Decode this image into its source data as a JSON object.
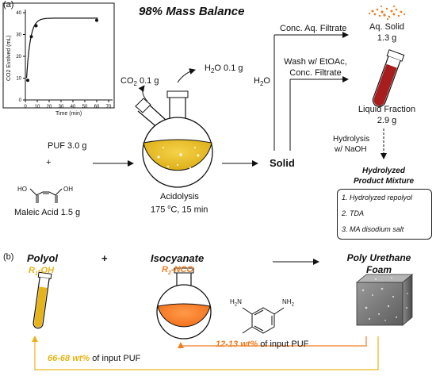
{
  "panel_a": {
    "label": "(a)",
    "title": "98% Mass Balance",
    "inset_chart": {
      "y_axis_label": "CO2 Evolved (mL)",
      "x_axis_label": "Time (min)"
    },
    "co2_label": "CO",
    "co2_sub": "2",
    "co2_amount": " 0.1 g",
    "h2o_top_label": "H",
    "h2o_top_sub": "2",
    "h2o_top_rest": "O 0.1 g",
    "puf_label": "PUF 3.0 g",
    "plus": "+",
    "maleic_label": "Maleic Acid 1.5 g",
    "maleic_ho": "HO",
    "maleic_oh": "OH",
    "acidolysis": "Acidolysis",
    "acidolysis_temp": "175 ",
    "acidolysis_degree": "o",
    "acidolysis_temp_rest": "C, 15 min",
    "h2o_mid_label": "H",
    "h2o_mid_sub": "2",
    "h2o_mid_rest": "O",
    "solid": "Solid",
    "conc_aq_filtrate": "Conc. Aq. Filtrate",
    "wash_line1": "Wash w/ EtOAc,",
    "wash_line2": "Conc. Filtrate",
    "aq_solid": "Aq. Solid",
    "aq_solid_mass": "1.3 g",
    "liquid_fraction": "Liquid Fraction",
    "liquid_fraction_mass": "2.9 g",
    "hydrolysis_line1": "Hydrolysis",
    "hydrolysis_line2": "w/ NaOH",
    "hydrolyzed_line1": "Hydrolyzed",
    "hydrolyzed_line2": "Product Mixture",
    "product_list": [
      "1. Hydrolyzed repolyol",
      "2. TDA",
      "3. MA disodium salt"
    ]
  },
  "panel_b": {
    "label": "(b)",
    "polyol": "Polyol",
    "polyol_formula_pre": "R",
    "polyol_formula_sub": "1",
    "polyol_formula_post": "-OH",
    "plus": "+",
    "isocyanate": "Isocyanate",
    "iso_formula_pre": "R",
    "iso_formula_sub": "2",
    "iso_formula_post": "-NCO",
    "foam_line1": "Poly Urethane",
    "foam_line2": "Foam",
    "tda_nh2_left": "H",
    "tda_nh2_left_sub": "2",
    "tda_nh2_left_rest": "N",
    "tda_nh2_right": "NH",
    "tda_nh2_right_sub": "2",
    "iso_pct": "12-13 wt%",
    "iso_pct_rest": " of input PUF",
    "polyol_pct": "66-68 wt%",
    "polyol_pct_rest": " of input PUF"
  },
  "colors": {
    "orange": "#f07d22",
    "yellow": "#e6b419",
    "red_liquid": "#a81e1e",
    "black": "#111111"
  }
}
